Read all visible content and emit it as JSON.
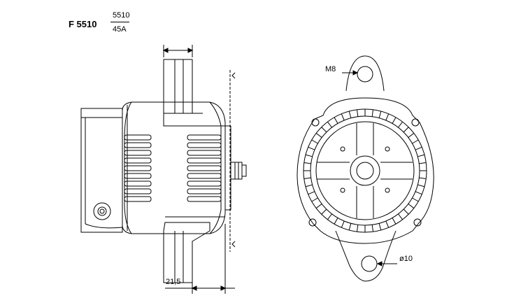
{
  "header": {
    "model_code": "F 5510",
    "ratio_top": "5510",
    "ratio_bottom": "45A"
  },
  "dimensions": {
    "thread_label": "M8",
    "hole_label": "ø10",
    "offset_label": "21,5"
  },
  "colors": {
    "line": "#000000",
    "background": "#ffffff"
  }
}
